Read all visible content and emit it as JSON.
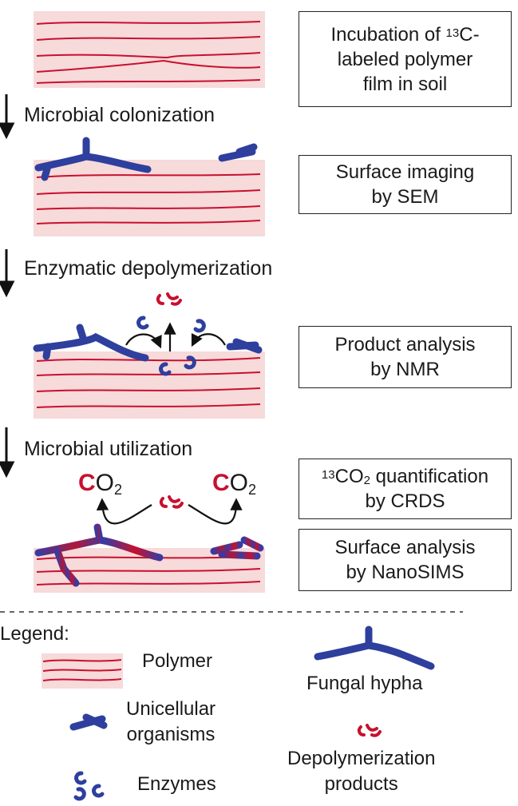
{
  "steps": [
    {
      "id": "s1",
      "box_lines": [
        "Incubation of ",
        "C-",
        "labeled polymer",
        "film in soil"
      ],
      "box_sup": "13"
    },
    {
      "id": "s2",
      "arrow_label": "Microbial colonization",
      "box_lines": [
        "Surface imaging",
        "by SEM"
      ]
    },
    {
      "id": "s3",
      "arrow_label": "Enzymatic depolymerization",
      "box_lines": [
        "Product analysis",
        "by NMR"
      ]
    },
    {
      "id": "s4",
      "arrow_label": "Microbial utilization",
      "box_a": {
        "sup": "13",
        "co": "CO",
        "sub": "2",
        "rest": " quantification",
        "line2": "by CRDS"
      },
      "box_b": [
        "Surface analysis",
        "by NanoSIMS"
      ]
    }
  ],
  "co2": {
    "c": "C",
    "o": "O",
    "sub": "2"
  },
  "legend": {
    "title": "Legend:",
    "polymer": "Polymer",
    "hypha": "Fungal hypha",
    "unicellular": [
      "Unicellular",
      "organisms"
    ],
    "depoly": [
      "Depolymerization",
      "products"
    ],
    "enzymes": "Enzymes"
  },
  "colors": {
    "polymer_fill": "#f7dada",
    "polymer_line": "#c8102e",
    "organism": "#2e3f9e",
    "product": "#c8102e"
  }
}
